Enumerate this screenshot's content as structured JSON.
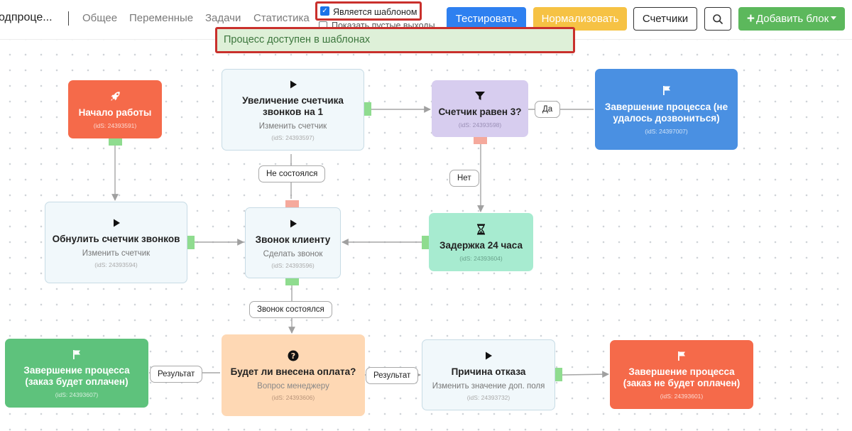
{
  "header": {
    "process_title": "одпроце...",
    "nav": [
      "Общее",
      "Переменные",
      "Задачи",
      "Статистика"
    ],
    "is_template_label": "Является шаблоном",
    "is_template_checked": true,
    "show_empty_outputs_label": "Показать пустые выходы",
    "template_tooltip": "Процесс доступен в шаблонах",
    "buttons": {
      "test": "Тестировать",
      "normalize": "Нормализовать",
      "counters": "Счетчики",
      "add_block": "Добавить блок"
    },
    "colors": {
      "test": "#2e80f0",
      "normalize": "#f6c244",
      "add_block": "#5cb85c",
      "highlight": "#c9302c"
    }
  },
  "nodes": {
    "start": {
      "title": "Начало работы",
      "id": "(idS: 24393591)",
      "icon": "rocket-icon",
      "color": "#f56a4a"
    },
    "inc_counter": {
      "title": "Увеличение счетчика звонков на 1",
      "subtitle": "Изменить счетчик",
      "id": "(idS: 24393597)",
      "icon": "play-icon"
    },
    "counter_eq": {
      "title": "Счетчик равен 3?",
      "id": "(idS: 24393598)",
      "icon": "filter-icon",
      "color": "#d7cdef"
    },
    "end_fail": {
      "title": "Завершение процесса (не удалось дозвониться)",
      "id": "(idS: 24397007)",
      "icon": "flag-icon",
      "color": "#4a90e2"
    },
    "reset_counter": {
      "title": "Обнулить счетчик звонков",
      "subtitle": "Изменить счетчик",
      "id": "(idS: 24393594)",
      "icon": "play-icon"
    },
    "call": {
      "title": "Звонок клиенту",
      "subtitle": "Сделать звонок",
      "id": "(idS: 24393596)",
      "icon": "play-icon"
    },
    "delay": {
      "title": "Задержка 24 часа",
      "id": "(idS: 24393604)",
      "icon": "hourglass-icon",
      "color": "#a7ebd0"
    },
    "end_paid": {
      "title": "Завершение процесса (заказ будет оплачен)",
      "id": "(idS: 24393607)",
      "icon": "flag-icon",
      "color": "#5ec27c"
    },
    "will_pay": {
      "title": "Будет ли внесена оплата?",
      "subtitle": "Вопрос менеджеру",
      "id": "(idS: 24393606)",
      "icon": "question-icon",
      "color": "#fed8b4"
    },
    "reason": {
      "title": "Причина отказа",
      "subtitle": "Изменить значение доп. поля",
      "id": "(idS: 24393732)",
      "icon": "play-icon"
    },
    "end_unpaid": {
      "title": "Завершение процесса (заказ не будет оплачен)",
      "id": "(idS: 24393601)",
      "icon": "flag-icon",
      "color": "#f56a4a"
    }
  },
  "edge_labels": {
    "yes": "Да",
    "no": "Нет",
    "not_happened": "Не состоялся",
    "happened": "Звонок состоялся",
    "result_left": "Результат",
    "result_right": "Результат"
  }
}
